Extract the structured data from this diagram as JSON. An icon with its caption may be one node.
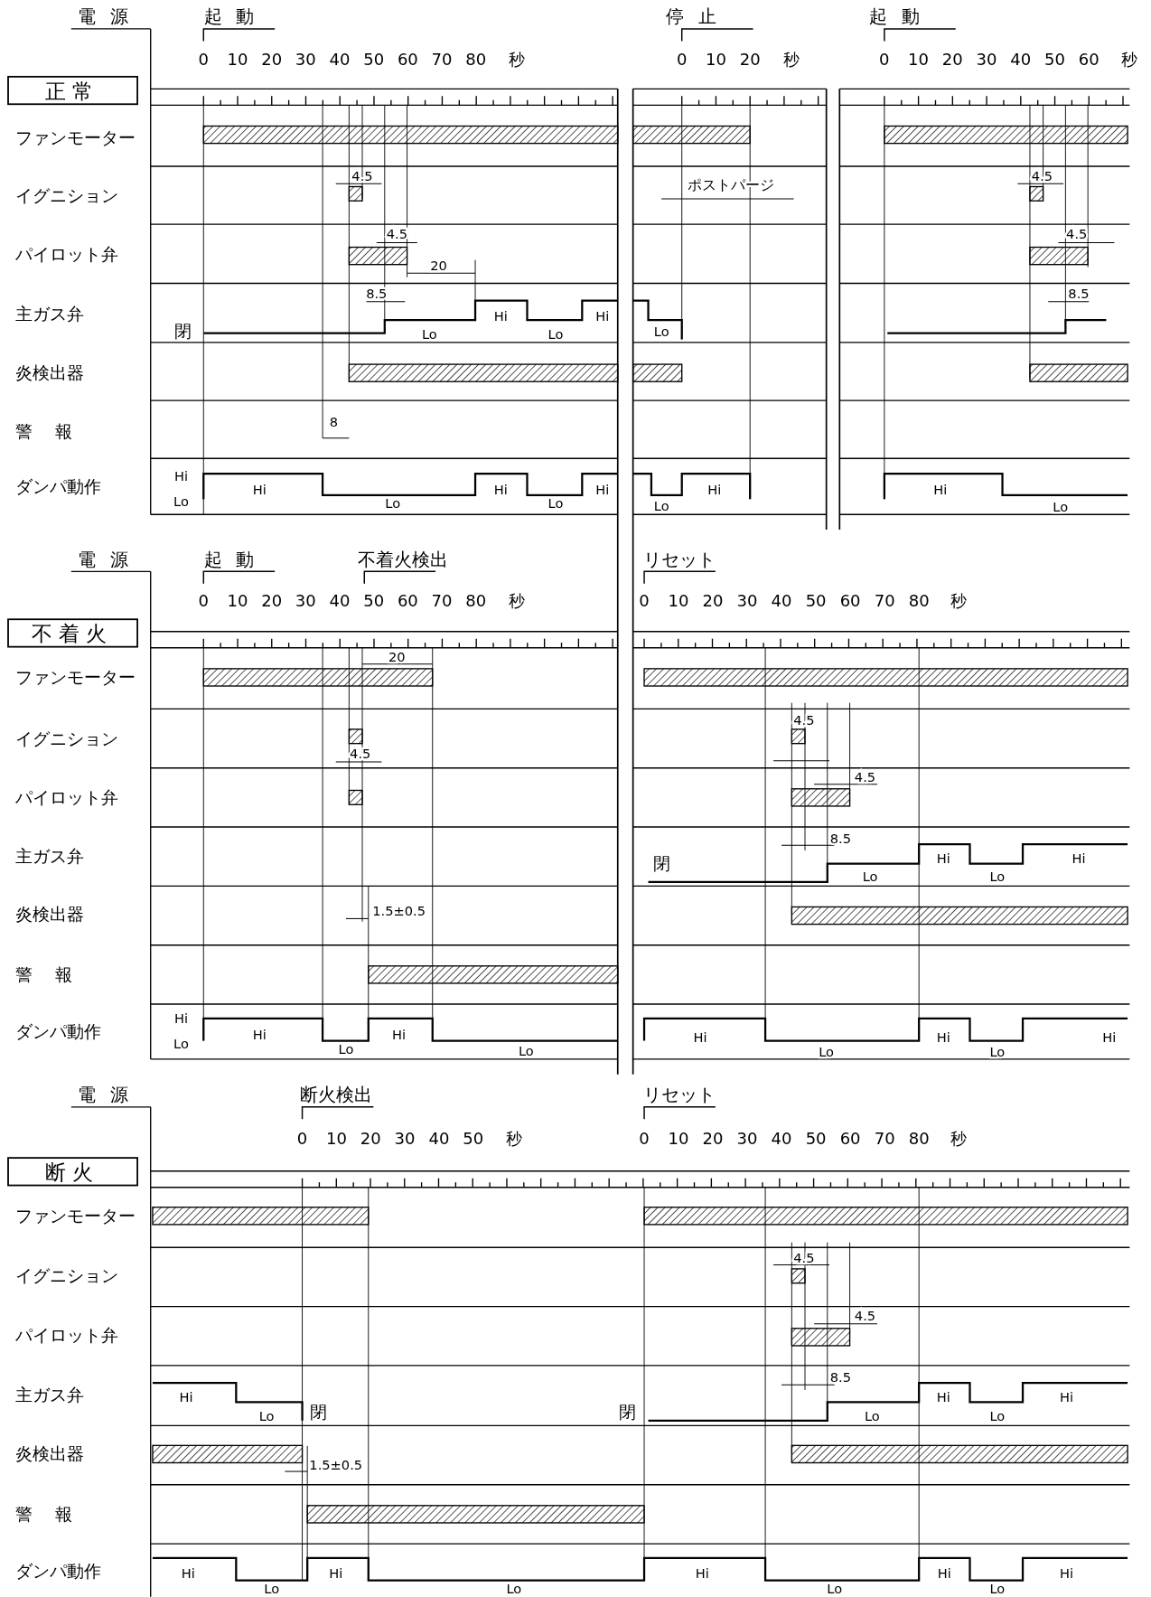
{
  "diagram": {
    "nodes": [
      {
        "text": [
          "正常"
        ]
      },
      {
        "text": [
          "不着火"
        ]
      },
      {
        "text": [
          "断火"
        ]
      }
    ],
    "labels": [
      "電源",
      "起動",
      "停止",
      "起動",
      "0",
      "10",
      "20",
      "30",
      "40",
      "50",
      "60",
      "70",
      "80",
      "秒",
      "0",
      "10",
      "20",
      "秒",
      "0",
      "10",
      "20",
      "30",
      "40",
      "50",
      "60",
      "秒",
      "ファンモーター",
      "イグニション",
      "パイロット弁",
      "主ガス弁",
      "炎検出器",
      "警報",
      "ダンパ動作",
      "4.5",
      "ポストパージ",
      "4.5",
      "4.5",
      "20",
      "4.5",
      "8.5",
      "8.5",
      "閉",
      "Hi",
      "Hi",
      "Lo",
      "Lo",
      "Lo",
      "8",
      "Hi",
      "Hi",
      "Hi",
      "Hi",
      "Hi",
      "Hi",
      "Lo",
      "Lo",
      "Lo",
      "Lo",
      "Lo",
      "電源",
      "起動",
      "不着火検出",
      "リセット",
      "0",
      "10",
      "20",
      "30",
      "40",
      "50",
      "60",
      "70",
      "80",
      "秒",
      "0",
      "10",
      "20",
      "30",
      "40",
      "50",
      "60",
      "70",
      "80",
      "秒",
      "ファンモーター",
      "イグニション",
      "パイロット弁",
      "主ガス弁",
      "炎検出器",
      "警報",
      "ダンパ動作",
      "20",
      "4.5",
      "4.5",
      "4.5",
      "8.5",
      "Hi",
      "Hi",
      "閉",
      "Lo",
      "Lo",
      "1.5±0.5",
      "Hi",
      "Hi",
      "Hi",
      "Hi",
      "Hi",
      "Hi",
      "Lo",
      "Lo",
      "Lo",
      "Lo",
      "Lo",
      "電源",
      "断火検出",
      "リセット",
      "0",
      "10",
      "20",
      "30",
      "40",
      "50",
      "秒",
      "0",
      "10",
      "20",
      "30",
      "40",
      "50",
      "60",
      "70",
      "80",
      "秒",
      "ファンモーター",
      "イグニション",
      "パイロット弁",
      "主ガス弁",
      "炎検出器",
      "警報",
      "ダンパ動作",
      "4.5",
      "4.5",
      "8.5",
      "Hi",
      "Hi",
      "Hi",
      "閉",
      "閉",
      "Lo",
      "Lo",
      "Lo",
      "1.5±0.5",
      "Hi",
      "Hi",
      "Hi",
      "Hi",
      "Hi",
      "Lo",
      "Lo",
      "Lo",
      "Lo"
    ]
  }
}
